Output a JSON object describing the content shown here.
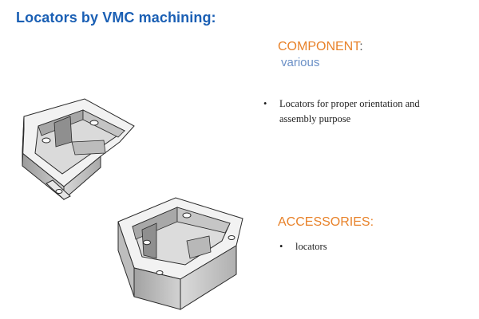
{
  "slide": {
    "title": "Locators by VMC machining:",
    "component": {
      "heading": "COMPONENT",
      "heading_suffix": ":",
      "value": "various"
    },
    "component_bullets": [
      "Locators for proper orientation and",
      "assembly purpose"
    ],
    "accessories": {
      "heading": "ACCESSORIES:",
      "bullets": [
        "locators"
      ]
    },
    "bullet_char": "•",
    "images": [
      {
        "name": "locator-part-upper"
      },
      {
        "name": "locator-part-lower"
      }
    ]
  }
}
